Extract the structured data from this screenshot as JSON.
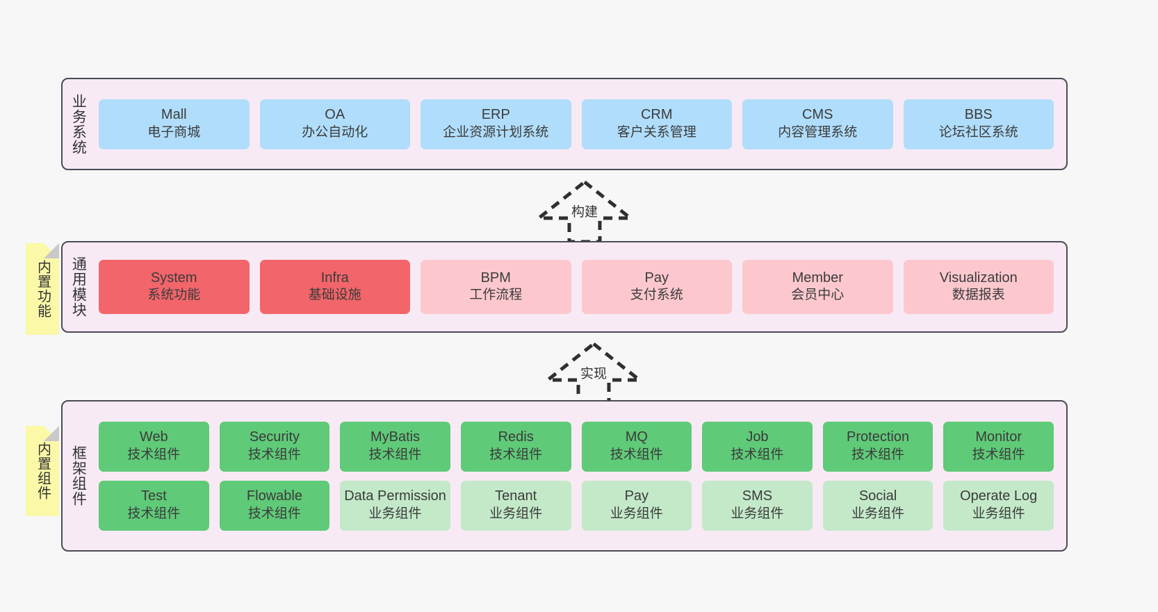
{
  "diagram": {
    "background_color": "#f7f7f7",
    "panel_color": "#f8eaf4",
    "panel_border_color": "#4a4a55",
    "note_color": "#fbf8a8"
  },
  "notes": [
    {
      "id": "note-common",
      "text": "内置功能"
    },
    {
      "id": "note-frame",
      "text": "内置组件"
    }
  ],
  "connectors": [
    {
      "id": "arrow-build",
      "label": "构建",
      "style": "dashed-hollow-arrow-up"
    },
    {
      "id": "arrow-impl",
      "label": "实现",
      "style": "dashed-hollow-arrow-up"
    }
  ],
  "layers": {
    "business": {
      "title": "业务系统",
      "color": "#b0ddfb",
      "rows": [
        [
          {
            "name": "Mall",
            "desc": "电子商城",
            "color": "blue"
          },
          {
            "name": "OA",
            "desc": "办公自动化",
            "color": "blue"
          },
          {
            "name": "ERP",
            "desc": "企业资源计划系统",
            "color": "blue"
          },
          {
            "name": "CRM",
            "desc": "客户关系管理",
            "color": "blue"
          },
          {
            "name": "CMS",
            "desc": "内容管理系统",
            "color": "blue"
          },
          {
            "name": "BBS",
            "desc": "论坛社区系统",
            "color": "blue"
          }
        ]
      ]
    },
    "common": {
      "title": "通用模块",
      "rows": [
        [
          {
            "name": "System",
            "desc": "系统功能",
            "color": "red"
          },
          {
            "name": "Infra",
            "desc": "基础设施",
            "color": "red"
          },
          {
            "name": "BPM",
            "desc": "工作流程",
            "color": "pink"
          },
          {
            "name": "Pay",
            "desc": "支付系统",
            "color": "pink"
          },
          {
            "name": "Member",
            "desc": "会员中心",
            "color": "pink"
          },
          {
            "name": "Visualization",
            "desc": "数据报表",
            "color": "pink"
          }
        ]
      ]
    },
    "frame": {
      "title": "框架组件",
      "rows": [
        [
          {
            "name": "Web",
            "desc": "技术组件",
            "color": "green"
          },
          {
            "name": "Security",
            "desc": "技术组件",
            "color": "green"
          },
          {
            "name": "MyBatis",
            "desc": "技术组件",
            "color": "green"
          },
          {
            "name": "Redis",
            "desc": "技术组件",
            "color": "green"
          },
          {
            "name": "MQ",
            "desc": "技术组件",
            "color": "green"
          },
          {
            "name": "Job",
            "desc": "技术组件",
            "color": "green"
          },
          {
            "name": "Protection",
            "desc": "技术组件",
            "color": "green"
          },
          {
            "name": "Monitor",
            "desc": "技术组件",
            "color": "green"
          }
        ],
        [
          {
            "name": "Test",
            "desc": "技术组件",
            "color": "green"
          },
          {
            "name": "Flowable",
            "desc": "技术组件",
            "color": "green"
          },
          {
            "name": "Data Permission",
            "desc": "业务组件",
            "color": "green-light"
          },
          {
            "name": "Tenant",
            "desc": "业务组件",
            "color": "green-light"
          },
          {
            "name": "Pay",
            "desc": "业务组件",
            "color": "green-light"
          },
          {
            "name": "SMS",
            "desc": "业务组件",
            "color": "green-light"
          },
          {
            "name": "Social",
            "desc": "业务组件",
            "color": "green-light"
          },
          {
            "name": "Operate Log",
            "desc": "业务组件",
            "color": "green-light"
          }
        ]
      ]
    }
  }
}
